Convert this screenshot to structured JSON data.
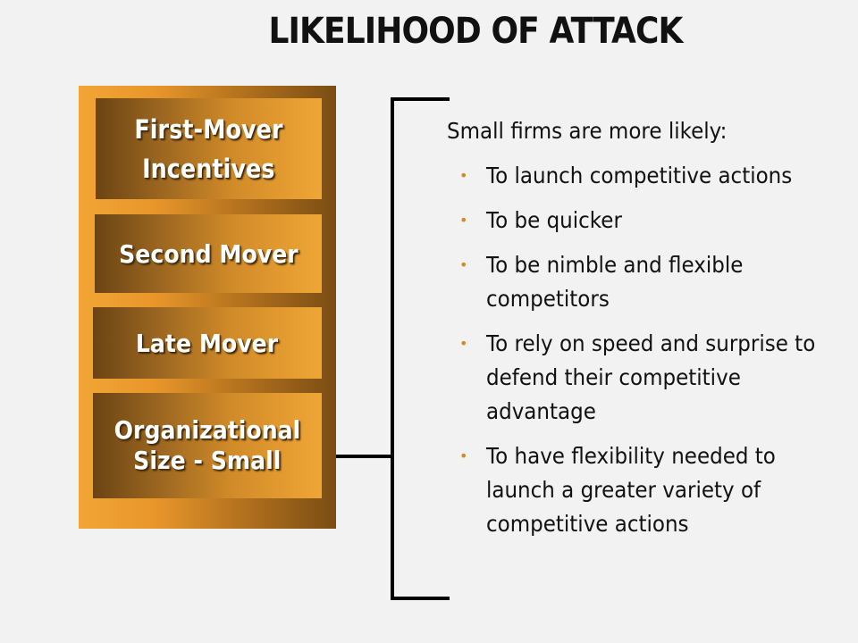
{
  "title": "LIKELIHOOD OF ATTACK",
  "boxes": {
    "first_mover_line1": "First-Mover",
    "first_mover_line2": "Incentives",
    "second_mover": "Second Mover",
    "late_mover": "Late Mover",
    "org_size_line1": "Organizational",
    "org_size_line2": "Size - Small"
  },
  "content": {
    "intro": "Small firms are more likely:",
    "bullet_glyph": "•",
    "items": [
      "To launch competitive actions",
      "To be quicker",
      "To be nimble and flexible competitors",
      "To rely on speed and surprise to defend their competitive advantage",
      "To have flexibility needed to launch a greater variety of competitive actions"
    ]
  },
  "colors": {
    "accent_orange": "#f0a636",
    "dark_brown": "#6b4413",
    "bullet": "#d48a20",
    "background": "#f2f2f2"
  }
}
